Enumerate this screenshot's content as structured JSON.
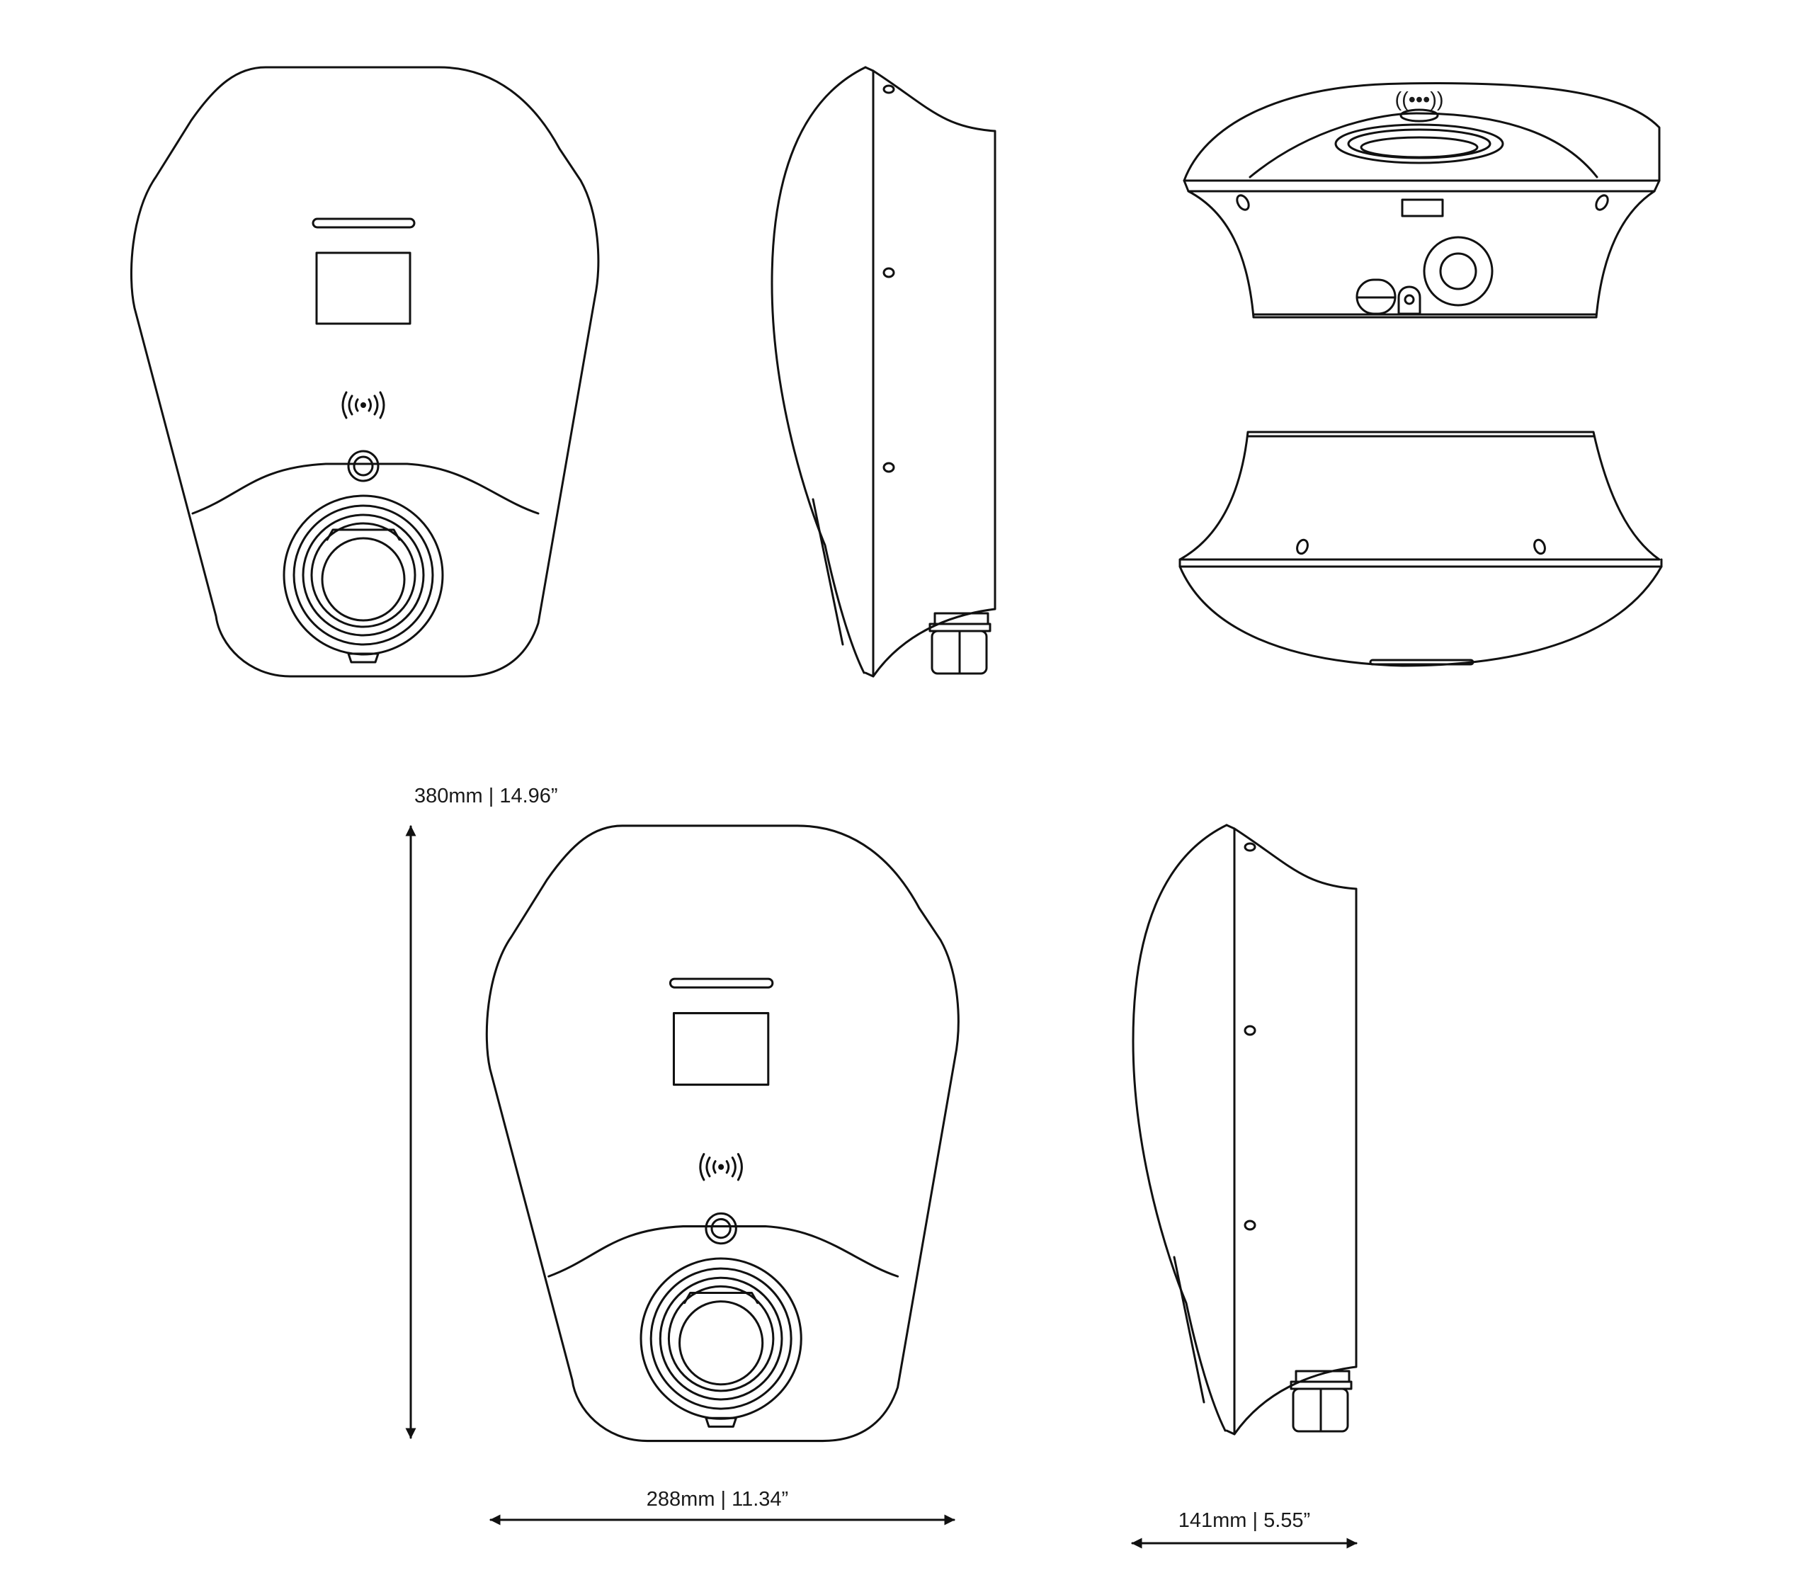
{
  "dimensions": {
    "height": {
      "text": "380mm | 14.96”"
    },
    "width": {
      "text": "288mm | 11.34”"
    },
    "depth": {
      "text": "141mm | 5.55”"
    }
  },
  "views": [
    {
      "name": "front-view-top",
      "icon": "charger-front"
    },
    {
      "name": "side-view-top",
      "icon": "charger-side"
    },
    {
      "name": "bottom-view",
      "icon": "charger-bottom"
    },
    {
      "name": "top-view",
      "icon": "charger-top"
    },
    {
      "name": "front-view-dimensioned",
      "icon": "charger-front"
    },
    {
      "name": "side-view-dimensioned",
      "icon": "charger-side"
    }
  ],
  "colors": {
    "line": "#111111",
    "background": "#ffffff"
  }
}
